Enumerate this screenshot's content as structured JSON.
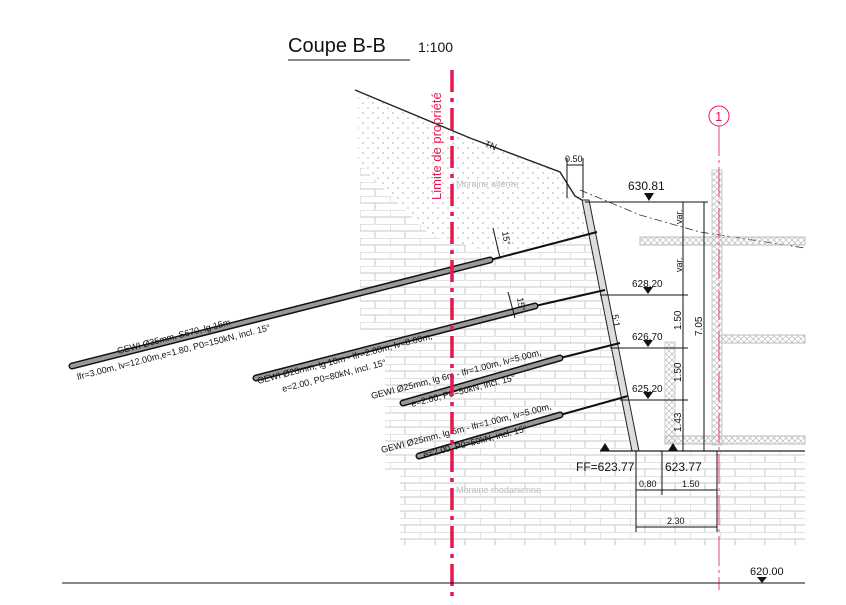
{
  "title": {
    "name": "Coupe B-B",
    "scale": "1:100"
  },
  "property_line_label": "Limite de propriété",
  "axis_label": "1",
  "soil_labels": {
    "top": "Moraine altérée",
    "bottom": "Moraine rhodanienne",
    "terrain": "TN"
  },
  "anchors": [
    {
      "line1": "GEWI Ø35mm, S670, lg 15m",
      "line2": "lfr=3.00m, lv=12.00m,e=1.80, P0=150kN, incl. 15°",
      "angle": "15°"
    },
    {
      "line1": "GEWI Ø28mm, lg 10m - lfr=2.00m, lv=8.00m,",
      "line2": "e=2.00, P0=80kN, incl. 15°",
      "angle": "15°"
    },
    {
      "line1": "GEWI Ø25mm, lg 6m - lfr=1.00m, lv=5.00m,",
      "line2": "e=2.00, P0=50kN, incl. 15°"
    },
    {
      "line1": "GEWI Ø25mm, lg 6m - lfr=1.00m, lv=5.00m,",
      "line2": "e=2.00, P0=50kN, incl. 15°"
    }
  ],
  "levels": {
    "top": "630.81",
    "l1": "628.20",
    "l2": "626.70",
    "l3": "625.20",
    "ff": "FF=623.77",
    "ff2": "623.77",
    "ref": "620.00"
  },
  "dimensions": {
    "crest": "0.50",
    "var1": "var.",
    "var2": "var.",
    "d1": "1.50",
    "d2": "1.50",
    "d3": "1.43",
    "total": "7.05",
    "b1": "0.80",
    "b2": "1.50",
    "b3": "2.30",
    "batter": "5:1"
  },
  "colors": {
    "property_line": "#e8174f",
    "brick": "#c8c8c8"
  }
}
